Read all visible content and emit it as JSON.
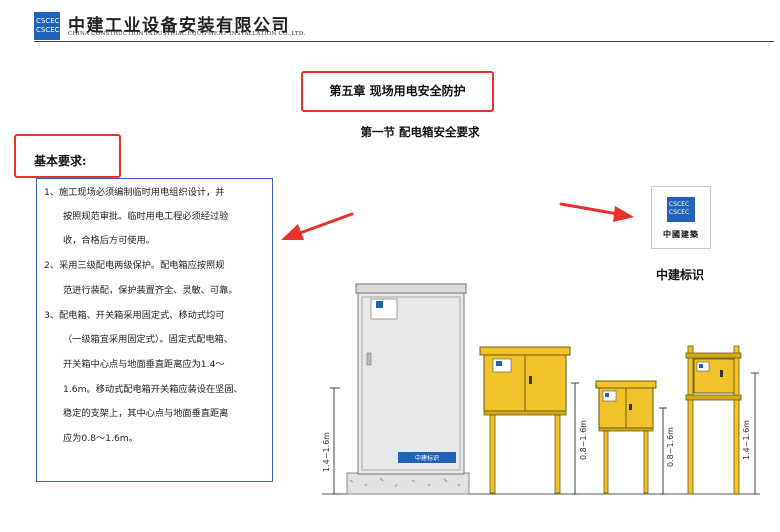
{
  "header": {
    "company_cn": "中建工业设备安装有限公司",
    "company_en": "CHINA CONSTRUCTION INDUSTRIAL EQUIPMENT INSTALLATION CO.,LTD.",
    "logo_lines": [
      "CSCEC",
      "CSCEC"
    ]
  },
  "chapter_title": "第五章 现场用电安全防护",
  "section_title": "第一节 配电箱安全要求",
  "basic_label": "基本要求:",
  "requirements_lines": [
    "1、施工现场必须编制临时用电组织设计，并",
    "按照规范审批。临时用电工程必须经过验",
    "收，合格后方可使用。",
    "2、采用三级配电两级保护。配电箱应按照规",
    "范进行装配，保护装置齐全、灵敏、可靠。",
    "3、配电箱、开关箱采用固定式、移动式均可",
    "（一级箱宜采用固定式）。固定式配电箱、",
    "开关箱中心点与地面垂直距离应为1.4～",
    "1.6m。移动式配电箱开关箱应装设在坚固、",
    "稳定的支架上，其中心点与地面垂直距离",
    "应为0.8～1.6m。"
  ],
  "mark": {
    "logo_lines": [
      "CSCEC",
      "CSCEC"
    ],
    "text": "中國建築",
    "caption": "中建标识"
  },
  "illustration": {
    "dim_labels": [
      "1.4~1.6m",
      "0.8~1.6m",
      "0.8~1.6m",
      "1.4~1.6m"
    ],
    "cabinet_label": "中建标识",
    "accent_colors": {
      "yellow": "#f2c22a",
      "gray_cabinet": "#e6e8ea",
      "red": "#e8302c",
      "blue": "#1f63b8"
    }
  }
}
